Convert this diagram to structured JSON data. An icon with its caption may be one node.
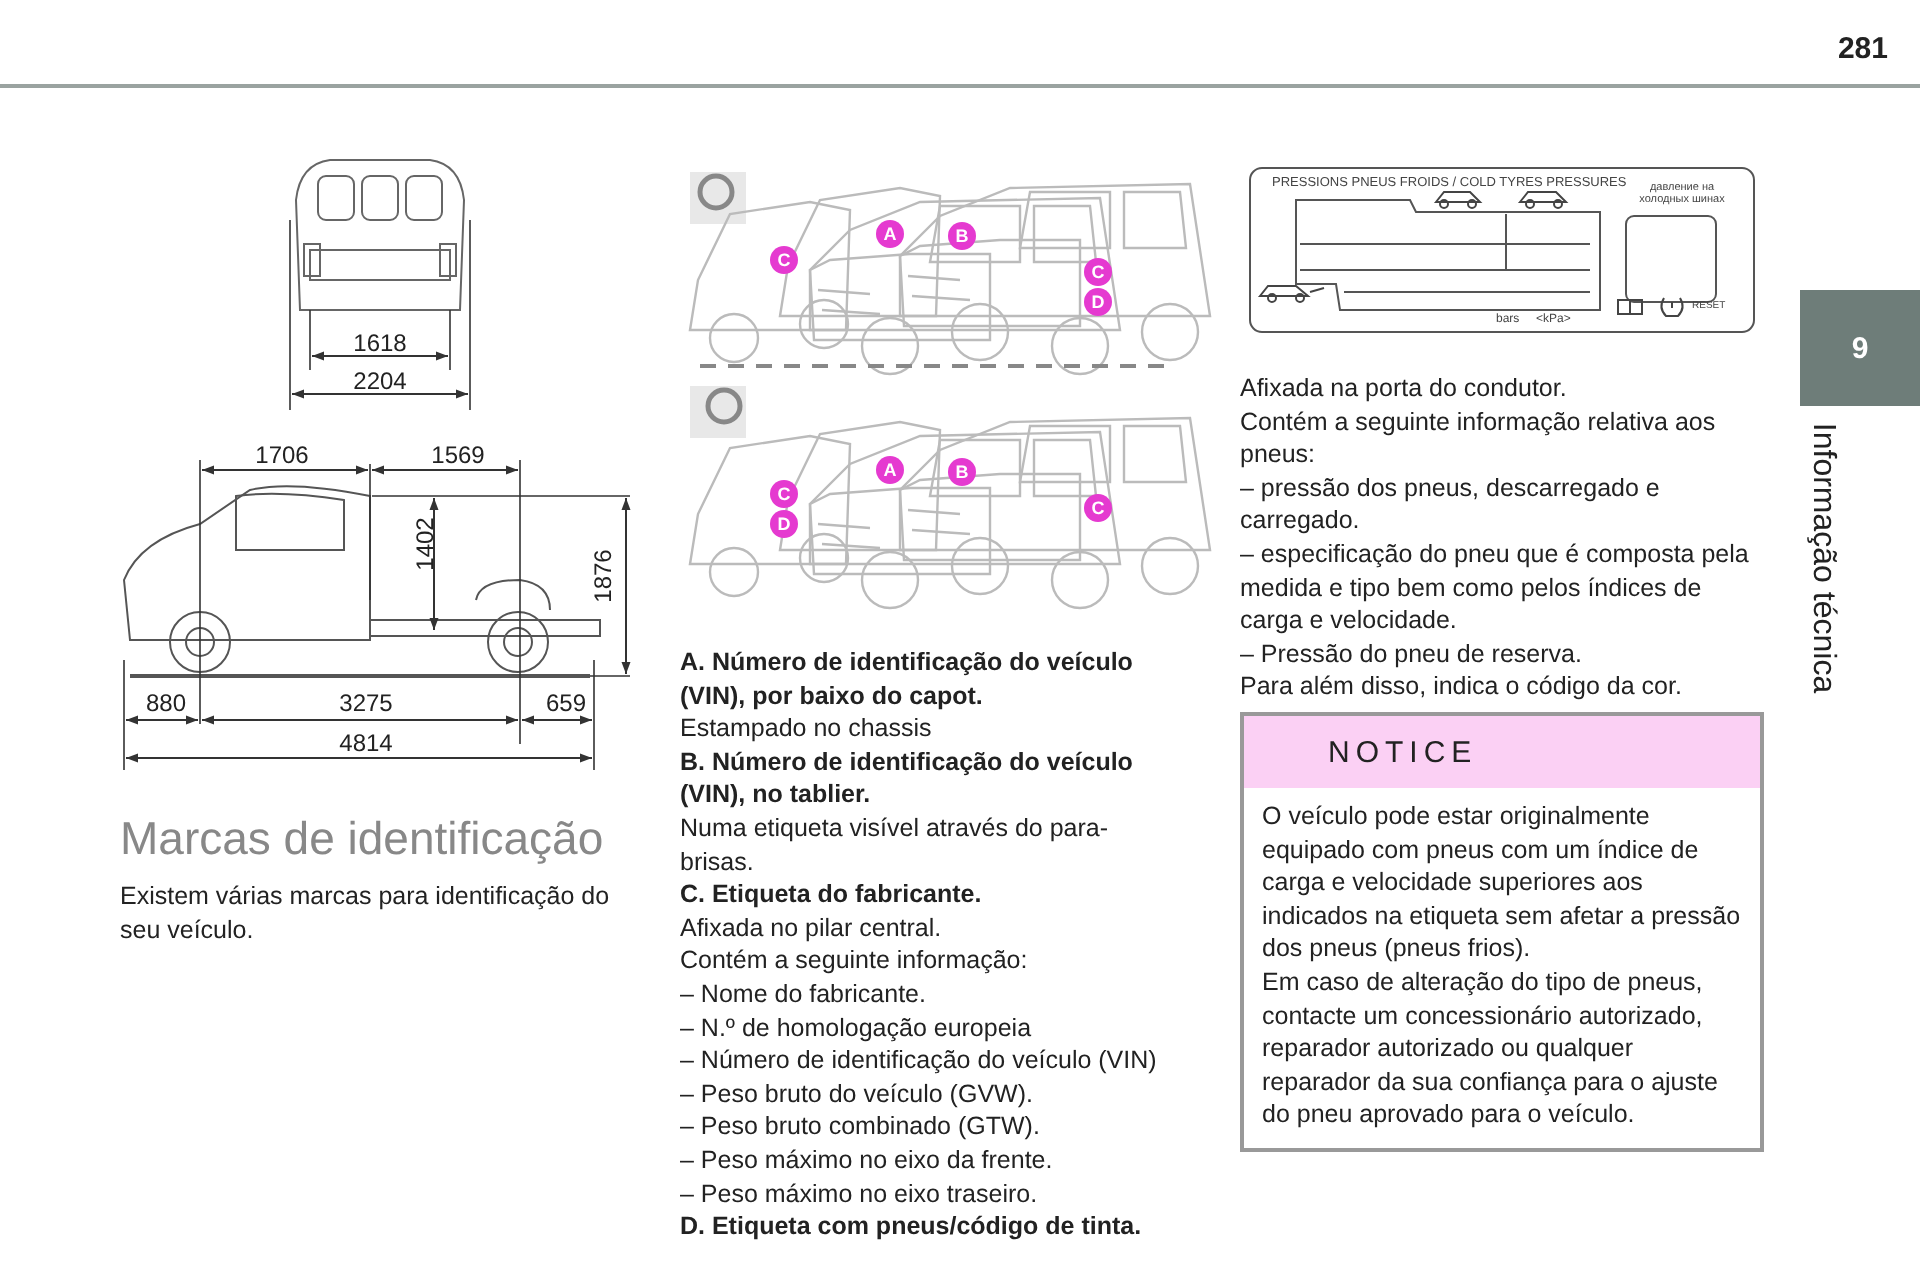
{
  "diagram": {
    "title": "Marcas de identificação",
    "nodes": [
      {
        "text": [
          "9"
        ]
      },
      {
        "text": [
          "NOTICE",
          "O veículo pode estar originalmente equipado com pneus com um índice de carga e velocidade superiores aos indicados na etiqueta sem afetar a pressão dos pneus (pneus frios).",
          "Em caso de alteração do tipo de pneus, contacte um concessionário autorizado, reparador autorizado ou qualquer reparador da sua confiança para o ajuste do pneu aprovado para o veículo."
        ]
      }
    ],
    "labels": [
      "281",
      "Informação técnica",
      "1618",
      "2204",
      "1706",
      "1569",
      "1402",
      "1876",
      "880",
      "3275",
      "659",
      "4814",
      "Existem várias marcas para identificação do seu veículo.",
      "C",
      "A",
      "B",
      "C",
      "D",
      "C",
      "D",
      "A",
      "B",
      "C",
      "A. Número de identificação do veículo (VIN), por baixo do capot.",
      "Estampado no chassis",
      "B. Número de identificação do veículo (VIN), no tablier.",
      "Numa etiqueta visível através do para-brisas.",
      "C. Etiqueta do fabricante.",
      "Afixada no pilar central.",
      "Contém a seguinte informação:",
      "– Nome do fabricante.",
      "– N.º de homologação europeia",
      "– Número de identificação do veículo (VIN)",
      "– Peso bruto do veículo (GVW).",
      "– Peso bruto combinado (GTW).",
      "– Peso máximo no eixo da frente.",
      "– Peso máximo no eixo traseiro.",
      "D. Etiqueta com pneus/código de tinta.",
      "PRESSIONS PNEUS FROIDS / COLD TYRES PRESSURES",
      "давление на холодных шинах",
      "bars",
      "<kPa>",
      "RESET",
      "Afixada na porta do condutor.",
      "Contém a seguinte informação relativa aos pneus:",
      "– pressão dos pneus, descarregado e carregado.",
      "– especificação do pneu que é composta pela medida e tipo bem como pelos índices de carga e velocidade.",
      "– Pressão do pneu de reserva.",
      "Para além disso, indica o código da cor."
    ]
  }
}
